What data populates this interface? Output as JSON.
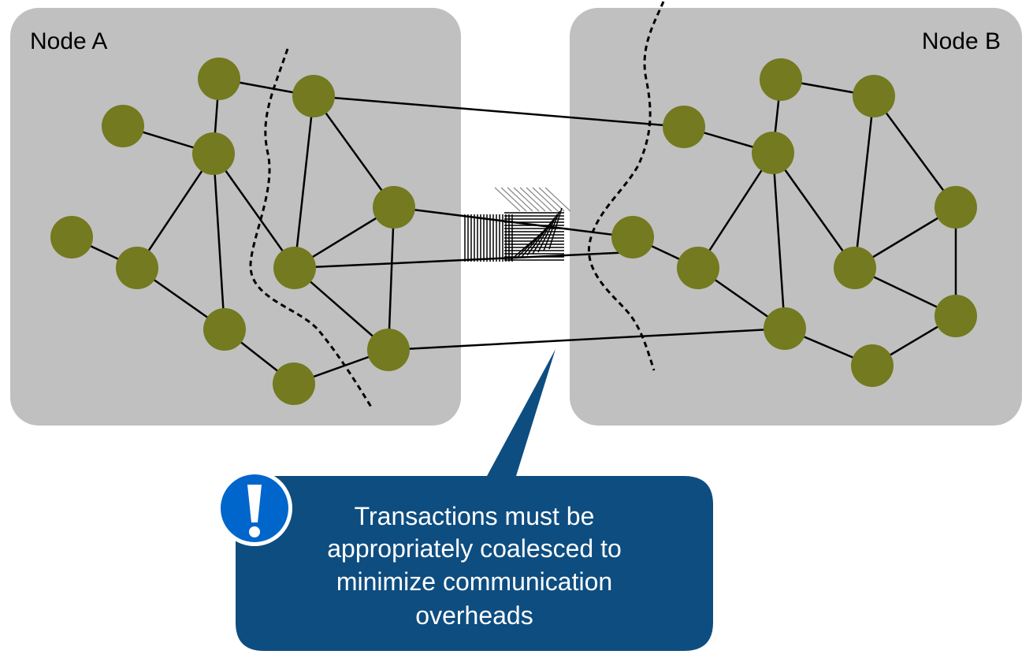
{
  "nodes": {
    "a": {
      "label": "Node A"
    },
    "b": {
      "label": "Node B"
    }
  },
  "callout": {
    "lines": [
      "Transactions must be",
      "appropriately coalesced to",
      "minimize communication",
      "overheads"
    ],
    "icon": "exclamation-icon"
  },
  "colors": {
    "node_box": "#c0c0c0",
    "vertex": "#737a1f",
    "callout": "#0e4d80",
    "icon": "#0066cc"
  }
}
